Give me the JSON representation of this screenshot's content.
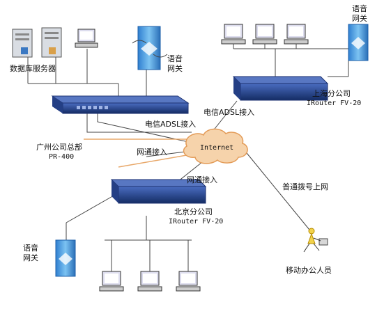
{
  "labels": {
    "db_server": "数据库服务器",
    "voice_gw_gz_1": "语音",
    "voice_gw_gz_2": "网关",
    "voice_gw_sh_1": "语音",
    "voice_gw_sh_2": "网关",
    "voice_gw_bj_1": "语音",
    "voice_gw_bj_2": "网关",
    "gz_hq_name": "广州公司总部",
    "gz_hq_model": "PR-400",
    "sh_branch_name": "上海分公司",
    "sh_branch_model": "IRouter FV-20",
    "bj_branch_name": "北京分公司",
    "bj_branch_model": "IRouter FV-20",
    "telecom_adsl_gz": "电信ADSL接入",
    "telecom_adsl_sh": "电信ADSL接入",
    "netcom_gz": "网通接入",
    "netcom_bj": "网通接入",
    "internet": "Internet",
    "dialup": "普通拨号上网",
    "mobile_staff": "移动办公人员"
  },
  "colors": {
    "router_body": "#1e3a7a",
    "router_top": "#3a5fae",
    "gateway": "#3d8fd6",
    "cloud": "#f3c28a",
    "line": "#333333",
    "orange_line": "#e8a86a"
  }
}
